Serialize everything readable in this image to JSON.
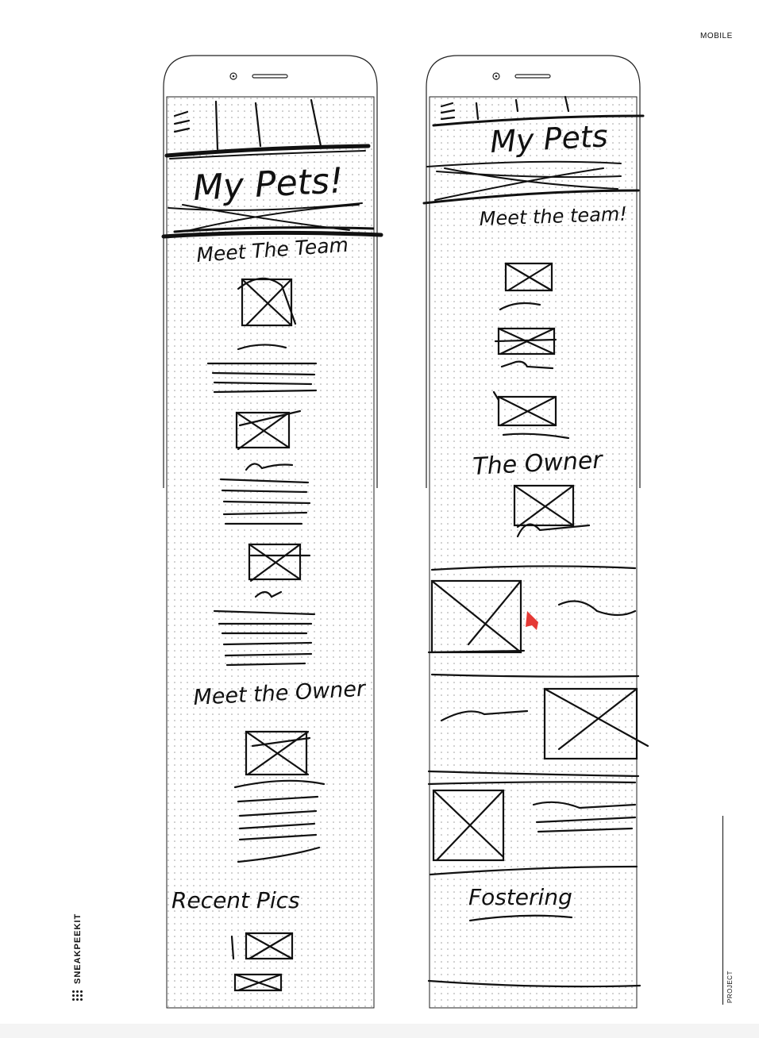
{
  "header": {
    "mobile_label": "MOBILE"
  },
  "footer": {
    "brand": "SNEAKPEEKIT",
    "project": "PROJECT"
  },
  "phone_left": {
    "title": "My Pets!",
    "sections": [
      "Meet The Team",
      "Meet the Owner",
      "Recent Pics"
    ]
  },
  "phone_right": {
    "title": "My Pets",
    "sections": [
      "Meet the team!",
      "The Owner",
      "Fostering"
    ]
  },
  "colors": {
    "ink": "#111111",
    "dots": "#9a9a9a",
    "accent": "#e53935"
  }
}
